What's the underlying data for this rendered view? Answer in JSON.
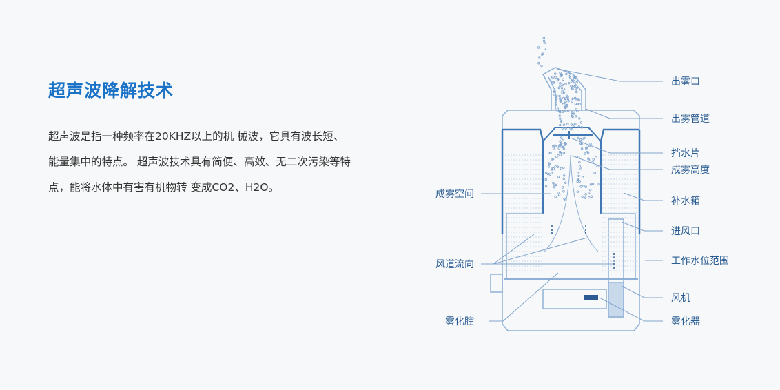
{
  "title": "超声波降解技术",
  "paragraph": "超声波是指一种频率在20KHZ以上的机 械波，它具有波长短、能量集中的特点。 超声波技术具有简便、高效、无二次污染等特点，能将水体中有害有机物转 变成CO2、H2O。",
  "diagram": {
    "right_labels": [
      "出雾口",
      "出雾管道",
      "挡水片",
      "成雾高度",
      "补水箱",
      "进风口",
      "工作水位范围",
      "风机",
      "雾化器"
    ],
    "left_labels": [
      "成雾空间",
      "风道流向",
      "雾化腔"
    ],
    "line_color": "#3f78b5",
    "light_color": "#9dbbdc"
  }
}
